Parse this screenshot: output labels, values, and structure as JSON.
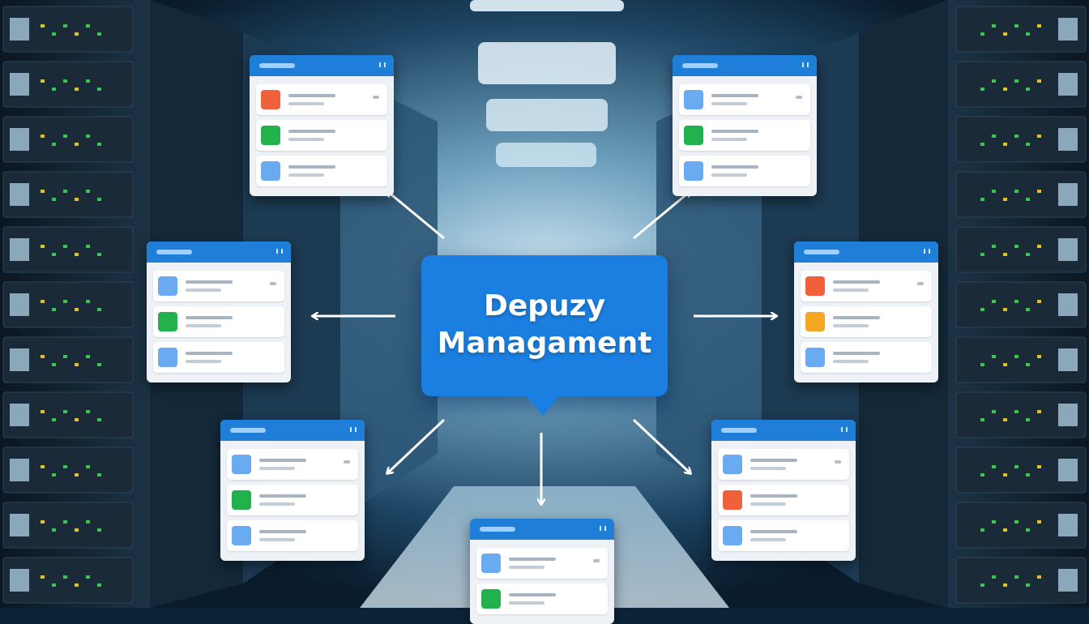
{
  "hub": {
    "line1": "Depuzy",
    "line2": "Managament",
    "color": "#1a7fe0"
  },
  "palette": {
    "header": "#1f7fd8",
    "orange": "#f0603a",
    "green": "#22b14c",
    "blue": "#6aaaf0",
    "amber": "#f5a623"
  },
  "cards": [
    {
      "id": "top-left",
      "icons": [
        "orange",
        "green",
        "blue"
      ]
    },
    {
      "id": "top-right",
      "icons": [
        "blue",
        "green",
        "blue"
      ]
    },
    {
      "id": "mid-left",
      "icons": [
        "blue",
        "green",
        "blue"
      ]
    },
    {
      "id": "mid-right",
      "icons": [
        "orange",
        "amber",
        "blue"
      ]
    },
    {
      "id": "bottom-left",
      "icons": [
        "blue",
        "green",
        "blue"
      ]
    },
    {
      "id": "bottom-right",
      "icons": [
        "blue",
        "orange",
        "blue"
      ]
    },
    {
      "id": "bottom-center",
      "icons": [
        "blue",
        "green"
      ]
    }
  ]
}
